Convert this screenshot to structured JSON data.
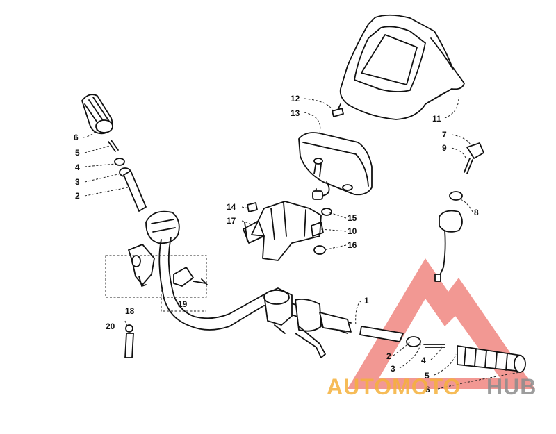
{
  "callouts": [
    {
      "id": "c-6-left",
      "text": "6"
    },
    {
      "id": "c-5-left",
      "text": "5"
    },
    {
      "id": "c-4-left",
      "text": "4"
    },
    {
      "id": "c-3-left",
      "text": "3"
    },
    {
      "id": "c-2-left",
      "text": "2"
    },
    {
      "id": "c-12",
      "text": "12"
    },
    {
      "id": "c-13",
      "text": "13"
    },
    {
      "id": "c-11",
      "text": "11"
    },
    {
      "id": "c-7",
      "text": "7"
    },
    {
      "id": "c-9",
      "text": "9"
    },
    {
      "id": "c-8",
      "text": "8"
    },
    {
      "id": "c-14",
      "text": "14"
    },
    {
      "id": "c-17",
      "text": "17"
    },
    {
      "id": "c-15",
      "text": "15"
    },
    {
      "id": "c-10",
      "text": "10"
    },
    {
      "id": "c-16",
      "text": "16"
    },
    {
      "id": "c-18",
      "text": "18"
    },
    {
      "id": "c-19",
      "text": "19"
    },
    {
      "id": "c-20",
      "text": "20"
    },
    {
      "id": "c-1",
      "text": "1"
    },
    {
      "id": "c-2-right",
      "text": "2"
    },
    {
      "id": "c-3-right",
      "text": "3"
    },
    {
      "id": "c-4-right",
      "text": "4"
    },
    {
      "id": "c-5-right",
      "text": "5"
    },
    {
      "id": "c-6-right",
      "text": "6"
    }
  ],
  "watermark": {
    "word_a": "AUTOMOTO",
    "word_b": "HUB",
    "color_a": "#F5B13C",
    "color_b": "#8C8C8C",
    "logo_color": "#E8453C"
  }
}
